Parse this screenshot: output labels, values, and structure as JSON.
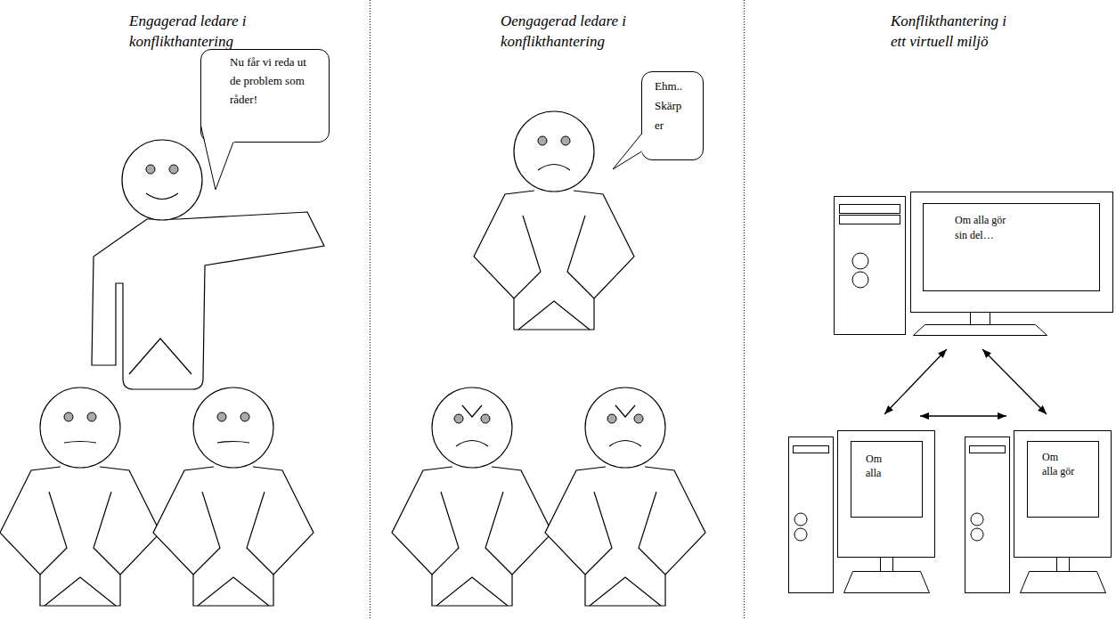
{
  "diagram": {
    "nodes": [
      {
        "text": [
          "Nu får vi reda ut de problem som råder!"
        ]
      },
      {
        "text": [
          "Ehm.. Skärp er"
        ]
      },
      {
        "text": [
          "Om alla gör sin del…"
        ]
      },
      {
        "text": [
          "Om alla"
        ]
      },
      {
        "text": [
          "Om alla gör"
        ]
      }
    ],
    "edges": [
      {
        "from": 2,
        "to": 3,
        "arrow": "both"
      },
      {
        "from": 2,
        "to": 4,
        "arrow": "both"
      },
      {
        "from": 3,
        "to": 4,
        "arrow": "both"
      }
    ],
    "labels": [
      "Engagerad ledare i konflikthantering",
      "Oengagerad ledare i konflikthantering",
      "Konflikthantering i ett virtuell miljö"
    ]
  }
}
